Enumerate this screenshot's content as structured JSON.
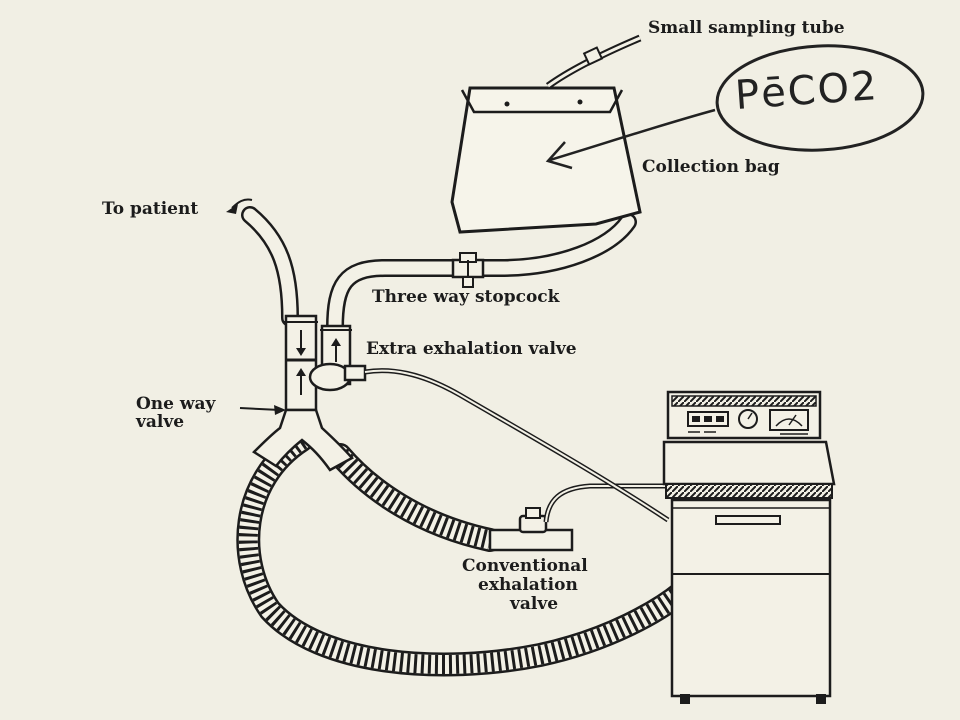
{
  "labels": {
    "sampling_tube": "Small sampling tube",
    "collection_bag": "Collection bag",
    "to_patient": "To patient",
    "three_way_stopcock": "Three way stopcock",
    "extra_exhalation_valve": "Extra exhalation valve",
    "one_way_valve_1": "One way",
    "one_way_valve_2": "valve",
    "conventional_1": "Conventional",
    "conventional_2": "exhalation",
    "conventional_3": "valve"
  },
  "handwritten_note": "PēCO2",
  "colors": {
    "ink": "#1c1c1c",
    "paper": "#f1efe4"
  }
}
